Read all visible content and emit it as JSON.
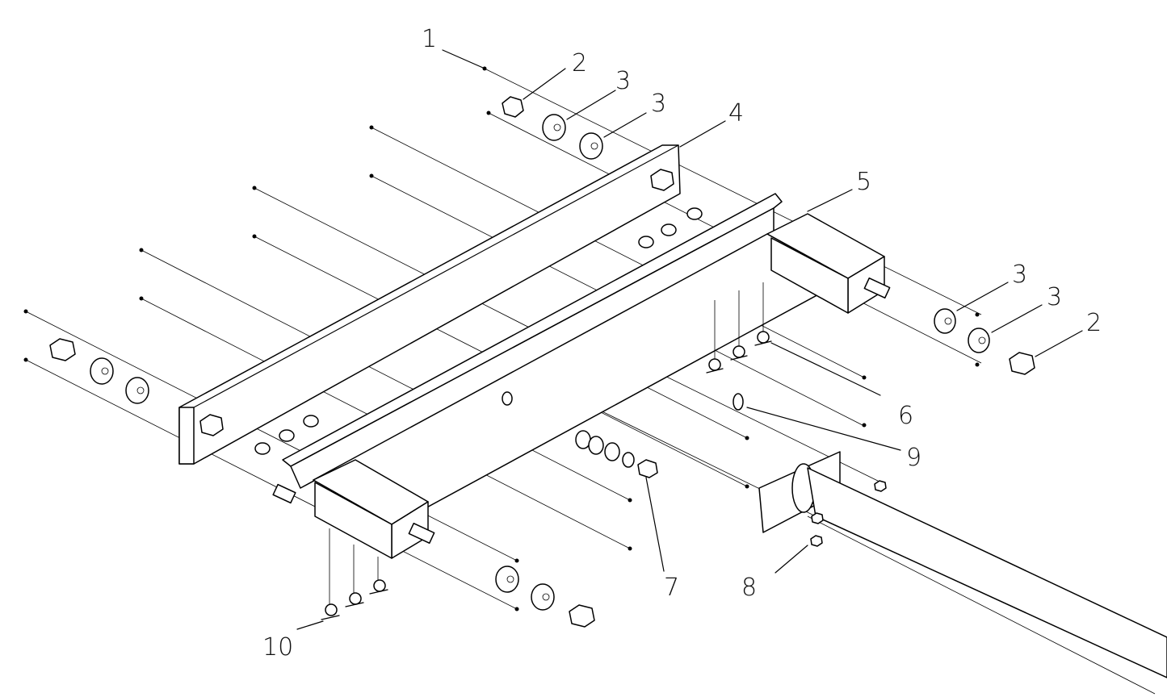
{
  "callouts": [
    {
      "id": "c1a",
      "text": "1"
    },
    {
      "id": "c2a",
      "text": "2"
    },
    {
      "id": "c3a",
      "text": "3"
    },
    {
      "id": "c3b",
      "text": "3"
    },
    {
      "id": "c4",
      "text": "4"
    },
    {
      "id": "c5",
      "text": "5"
    },
    {
      "id": "c3c",
      "text": "3"
    },
    {
      "id": "c3d",
      "text": "3"
    },
    {
      "id": "c2b",
      "text": "2"
    },
    {
      "id": "c6",
      "text": "6"
    },
    {
      "id": "c9",
      "text": "9"
    },
    {
      "id": "c7",
      "text": "7"
    },
    {
      "id": "c8",
      "text": "8"
    },
    {
      "id": "c10",
      "text": "10"
    }
  ],
  "colors": {
    "line": "#000000",
    "background": "#ffffff"
  }
}
